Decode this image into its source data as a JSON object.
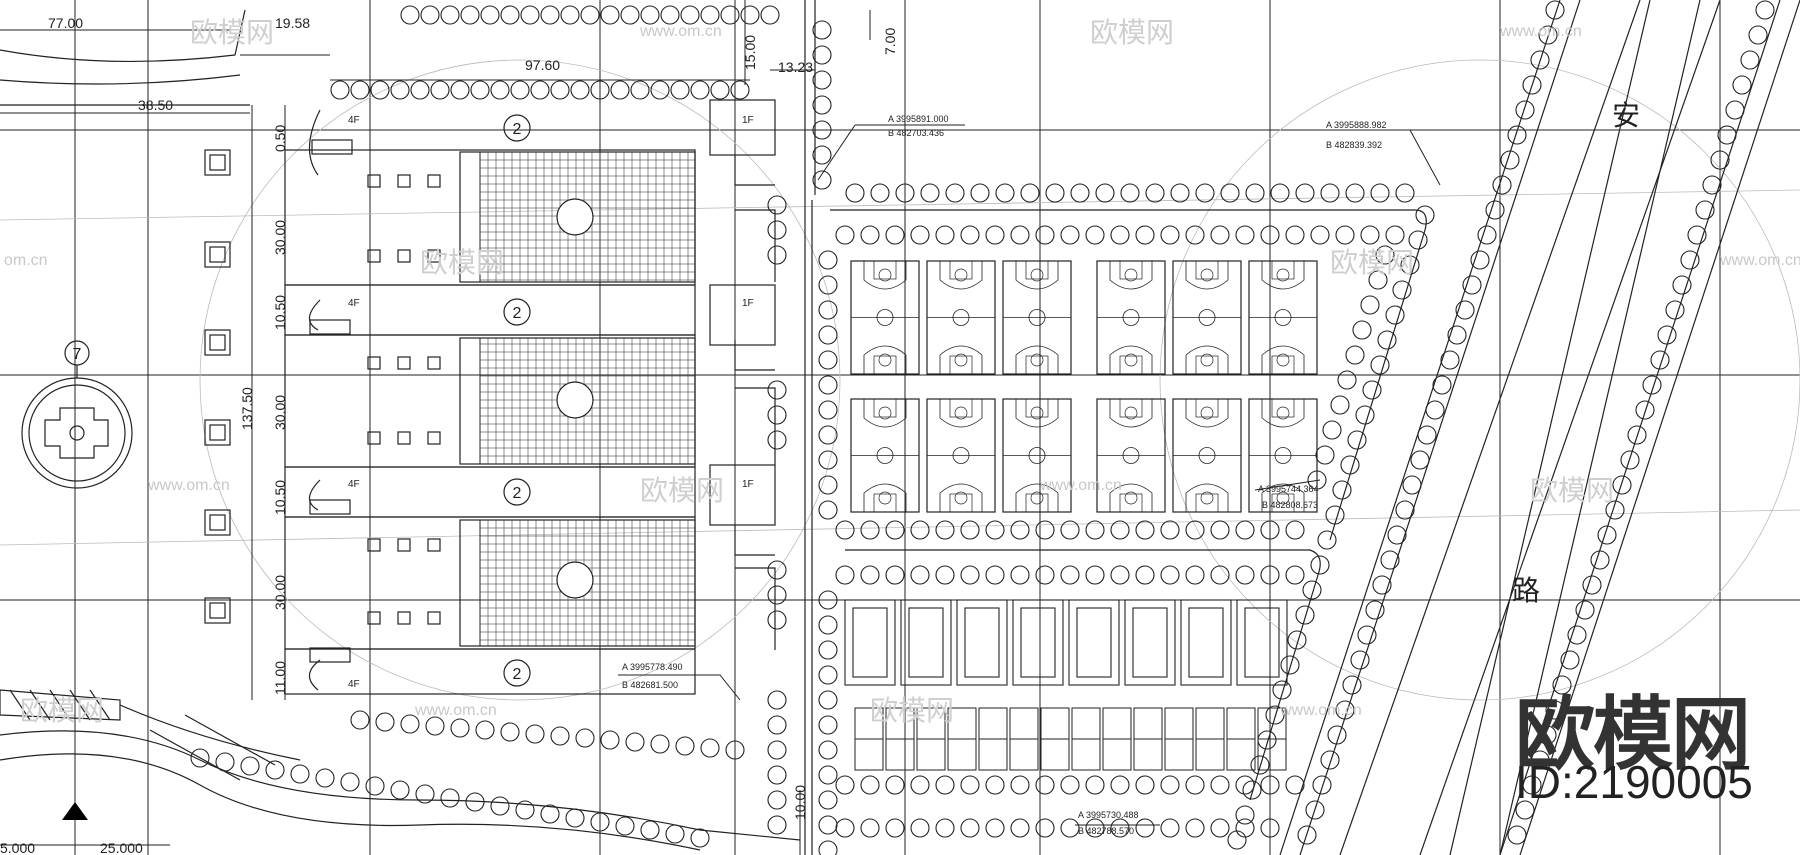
{
  "dimensions": {
    "d_77_00": "77.00",
    "d_19_58": "19.58",
    "d_97_60": "97.60",
    "d_15_00": "15.00",
    "d_13_23": "13.23",
    "d_7_00": "7.00",
    "d_38_50": "38.50",
    "d_0_50": "0.50",
    "d_30_00_a": "30.00",
    "d_10_50_a": "10.50",
    "d_30_00_b": "30.00",
    "d_137_50": "137.50",
    "d_10_50_b": "10.50",
    "d_30_00_c": "30.00",
    "d_11_00": "11.00",
    "d_10_00": "10.00",
    "d_25_000": "25.000",
    "d_5_000": "5.000"
  },
  "coordinates": {
    "c1_a": "A 3995891.000",
    "c1_b": "B 482703.436",
    "c2_a": "A 3995888.982",
    "c2_b": "B 482839.392",
    "c3_a": "A 3995778.490",
    "c3_b": "B 482681.500",
    "c4_a": "A 3995744.364",
    "c4_b": "B 482808.673",
    "c5_a": "A 3995730.488",
    "c5_b": "B 482788.570"
  },
  "building_labels": {
    "floor_4f": "4F",
    "floor_1f": "1F",
    "bubble_2": "2",
    "bubble_7": "7"
  },
  "road_chars": {
    "char_an": "安",
    "char_lu": "路"
  },
  "watermark": {
    "brand": "欧模网",
    "site": "www.om.cn",
    "site_short": "om.cn",
    "id_text": "ID:2190005"
  }
}
